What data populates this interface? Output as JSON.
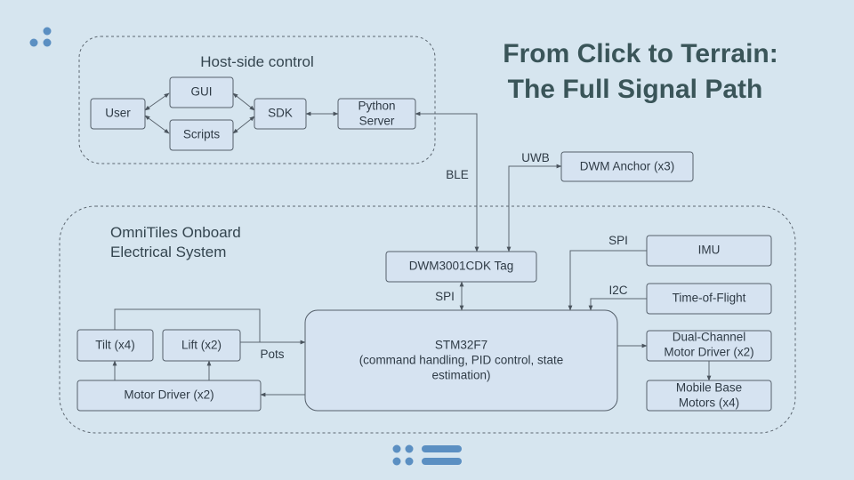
{
  "title": {
    "line1": "From Click to Terrain:",
    "line2": "The Full Signal Path"
  },
  "colors": {
    "background": "#d6e5ef",
    "box_fill": "#d6e3f1",
    "stroke": "#55606b",
    "title": "#3a5559",
    "accent": "#5b8fc2"
  },
  "groups": {
    "host": {
      "label": "Host-side control"
    },
    "onboard": {
      "label_line1": "OmniTiles Onboard",
      "label_line2": "Electrical System"
    }
  },
  "nodes": {
    "user": "User",
    "gui": "GUI",
    "scripts": "Scripts",
    "sdk": "SDK",
    "python_server_line1": "Python",
    "python_server_line2": "Server",
    "dwm_anchor": "DWM Anchor (x3)",
    "dwm_tag": "DWM3001CDK Tag",
    "imu": "IMU",
    "tof": "Time-of-Flight",
    "stm_line1": "STM32F7",
    "stm_line2": "(command handling, PID control, state",
    "stm_line3": "estimation)",
    "tilt": "Tilt (x4)",
    "lift": "Lift (x2)",
    "motor_driver": "Motor Driver (x2)",
    "dual_line1": "Dual-Channel",
    "dual_line2": "Motor Driver (x2)",
    "mobile_line1": "Mobile Base",
    "mobile_line2": "Motors (x4)"
  },
  "edges": {
    "ble": "BLE",
    "uwb": "UWB",
    "spi_tag": "SPI",
    "spi_imu": "SPI",
    "i2c": "I2C",
    "pots": "Pots"
  },
  "decorations": {
    "top_left": "dots-icon",
    "bottom_center": "slide-footer-icon"
  }
}
